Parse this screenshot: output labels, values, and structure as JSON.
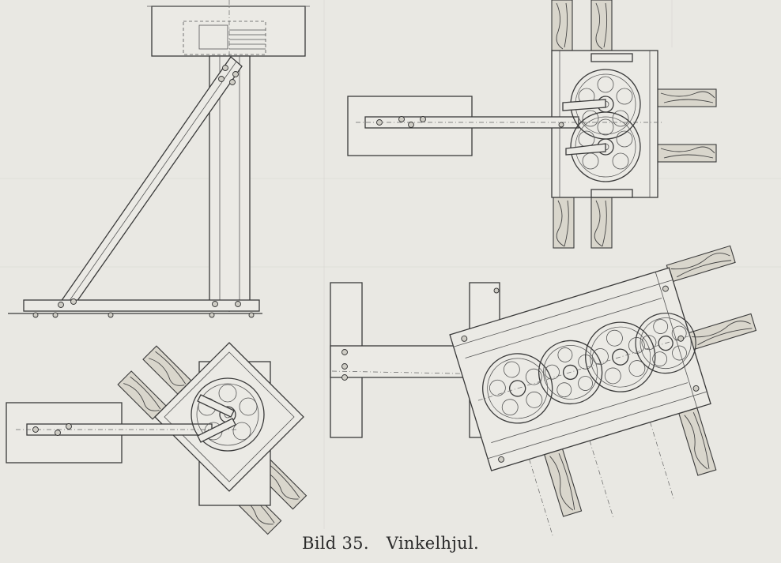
{
  "figure": {
    "caption_number": "Bild 35.",
    "caption_title": "Vinkelhjul."
  },
  "views": [
    {
      "name": "side-elevation",
      "wheels": 0
    },
    {
      "name": "top-plan-two-wheels",
      "wheels": 2
    },
    {
      "name": "diagonal-plan-one-wheel",
      "wheels": 1
    },
    {
      "name": "inclined-plan-four-wheels",
      "wheels": 4
    }
  ],
  "colors": {
    "paper": "#e9e8e3",
    "ink": "#3a3a3a"
  }
}
